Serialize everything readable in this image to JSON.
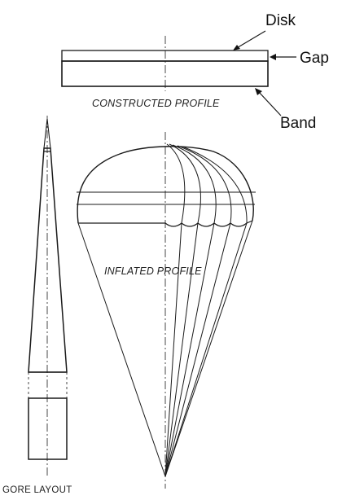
{
  "labels": {
    "disk": "Disk",
    "gap": "Gap",
    "band": "Band",
    "constructed_profile": "CONSTRUCTED PROFILE",
    "inflated_profile": "INFLATED PROFILE",
    "gore_layout": "GORE LAYOUT"
  }
}
